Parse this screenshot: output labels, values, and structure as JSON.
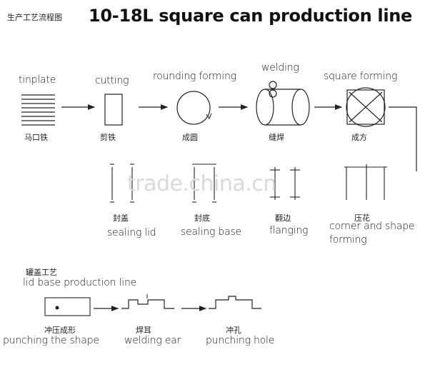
{
  "header": {
    "cn_title": "生产工艺流程图",
    "title": "10-18L square can production line"
  },
  "main_line": {
    "steps": [
      {
        "en": "tinplate",
        "cn": "马口铁"
      },
      {
        "en": "cutting",
        "cn": "剪铁"
      },
      {
        "en": "rounding forming",
        "cn": "成圆"
      },
      {
        "en": "welding",
        "cn": "缝焊"
      },
      {
        "en": "square forming",
        "cn": "成方"
      }
    ],
    "steps_row2": [
      {
        "cn": "封盖",
        "en": "sealing lid"
      },
      {
        "cn": "封底",
        "en": "sealing base"
      },
      {
        "cn": "翻边",
        "en": "flanging"
      },
      {
        "cn": "压花",
        "en_line1": "corner and shape",
        "en_line2": "forming"
      }
    ]
  },
  "watermark": "trade.china.cn",
  "lid_line": {
    "cn_title": "罐盖工艺",
    "title": "lid base production line",
    "steps": [
      {
        "cn": "冲压成形",
        "en": "punching the shape"
      },
      {
        "cn": "焊耳",
        "en": "welding ear"
      },
      {
        "cn": "冲孔",
        "en": "punching hole"
      }
    ]
  },
  "colors": {
    "line": "#222222",
    "watermark": "#d9d9d9"
  }
}
